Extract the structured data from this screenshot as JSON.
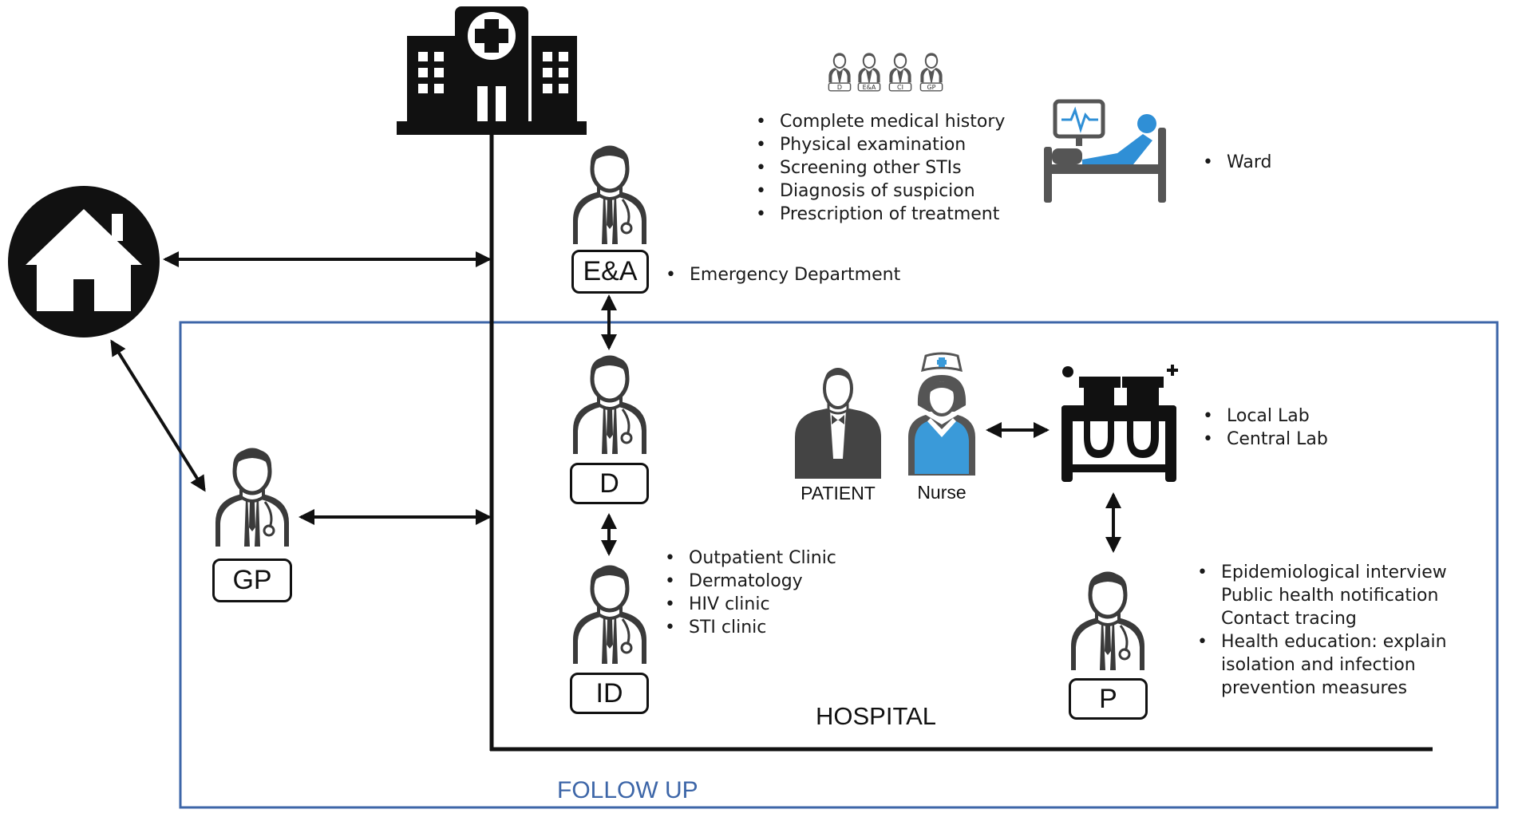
{
  "labels": {
    "ea_box": "E&A",
    "d_box": "D",
    "id_box": "ID",
    "gp_box": "GP",
    "p_box": "P",
    "patient": "PATIENT",
    "nurse": "Nurse",
    "hospital": "HOSPITAL",
    "follow_up": "FOLLOW UP"
  },
  "mini_doctor_tags": [
    "D",
    "E&A",
    "CI",
    "GP"
  ],
  "hospital_actions": [
    "Complete medical history",
    "Physical examination",
    "Screening other STIs",
    "Diagnosis of suspicion",
    "Prescription of treatment"
  ],
  "ward": [
    "Ward"
  ],
  "emergency": [
    "Emergency Department"
  ],
  "labs": [
    "Local Lab",
    "Central Lab"
  ],
  "clinics": [
    "Outpatient Clinic",
    "Dermatology",
    "HIV clinic",
    "STI clinic"
  ],
  "public_health": [
    {
      "text": "Epidemiological interview",
      "bullet": true
    },
    {
      "text": "Public health notification",
      "bullet": false
    },
    {
      "text": "Contact tracing",
      "bullet": false
    },
    {
      "text": "Health education: explain",
      "bullet": true
    },
    {
      "text": "isolation and infection",
      "bullet": false
    },
    {
      "text": "prevention measures",
      "bullet": false
    }
  ],
  "colors": {
    "follow_up_border": "#3d66a8",
    "line": "#111111",
    "ward_blue": "#2f8fd6",
    "nurse_blue": "#3a9ad9"
  },
  "icons": {
    "home": "house-icon",
    "hospital": "hospital-building-icon",
    "ward": "hospital-bed-monitor-icon",
    "lab": "test-tube-rack-icon",
    "doctor": "doctor-stethoscope-icon"
  }
}
